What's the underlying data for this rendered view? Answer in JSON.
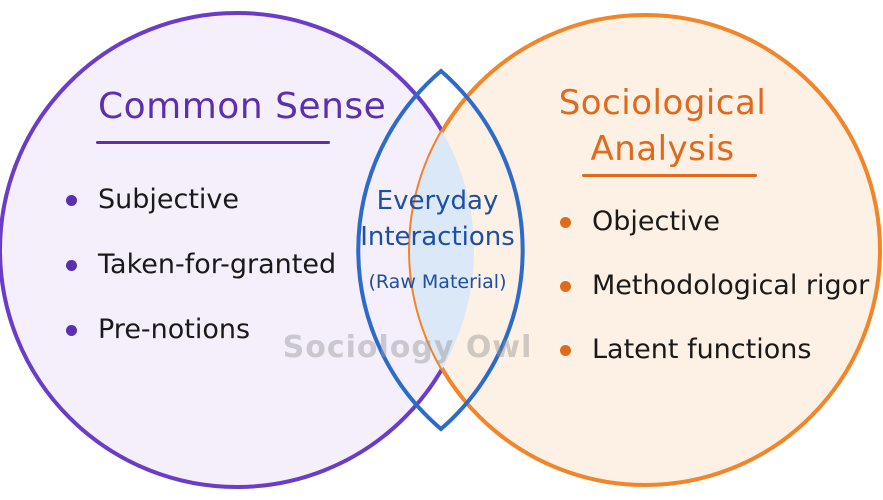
{
  "colors": {
    "left_circle_fill": "#f4effb",
    "left_circle_stroke": "#6a3cc8",
    "right_circle_fill": "#fdf0e4",
    "right_circle_stroke": "#f0852a",
    "overlap_fill": "#dbe8f8",
    "overlap_stroke": "#2c6bc9",
    "left_text": "#5b2fb0",
    "right_text": "#e06a1b",
    "center_text": "#1d4fa3"
  },
  "left": {
    "title": "Common Sense",
    "items": [
      "Subjective",
      "Taken-for-granted",
      "Pre-notions"
    ]
  },
  "right": {
    "title_line1": "Sociological",
    "title_line2": "Analysis",
    "items": [
      "Objective",
      "Methodological rigor",
      "Latent functions"
    ]
  },
  "overlap": {
    "line1": "Everyday",
    "line2": "Interactions",
    "subtitle": "(Raw Material)"
  },
  "watermark": "Sociology Owl"
}
